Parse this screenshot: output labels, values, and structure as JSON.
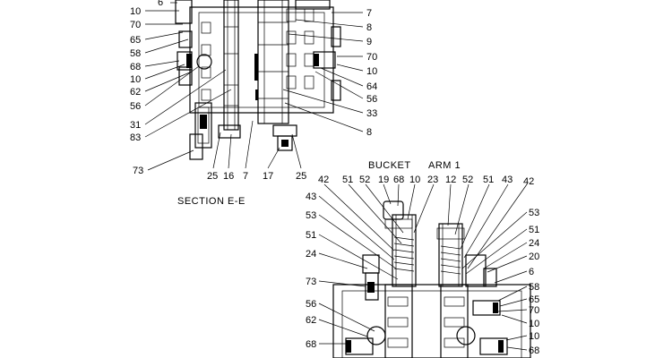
{
  "captions": {
    "section": "SECTION  E-E",
    "bucket": "BUCKET",
    "arm": "ARM 1"
  },
  "labels": {
    "l_6": "6",
    "l_10": "10",
    "l_70": "70",
    "l_65": "65",
    "l_58": "58",
    "l_68": "68",
    "l_10b": "10",
    "l_62": "62",
    "l_56": "56",
    "l_31": "31",
    "l_83": "83",
    "l_73": "73",
    "l_25": "25",
    "l_16": "16",
    "l_7": "7",
    "l_17": "17",
    "l_25b": "25",
    "r_7": "7",
    "r_8": "8",
    "r_9": "9",
    "r_70": "70",
    "r_10": "10",
    "r_64": "64",
    "r_56": "56",
    "r_33": "33",
    "r_8b": "8",
    "t_42": "42",
    "t_51": "51",
    "t_52": "52",
    "t_19": "19",
    "t_68": "68",
    "t_10": "10",
    "t_23": "23",
    "t_12": "12",
    "t_52b": "52",
    "t_51b": "51",
    "t_43": "43",
    "t_42b": "42",
    "bl_43": "43",
    "bl_53": "53",
    "bl_51": "51",
    "bl_24": "24",
    "bl_73": "73",
    "bl_56": "56",
    "bl_62": "62",
    "bl_68": "68",
    "br_53": "53",
    "br_51": "51",
    "br_24": "24",
    "br_20": "20",
    "br_6": "6",
    "br_58": "58",
    "br_65": "65",
    "br_70": "70",
    "br_10": "10",
    "br_10b": "10",
    "br_68": "68"
  }
}
